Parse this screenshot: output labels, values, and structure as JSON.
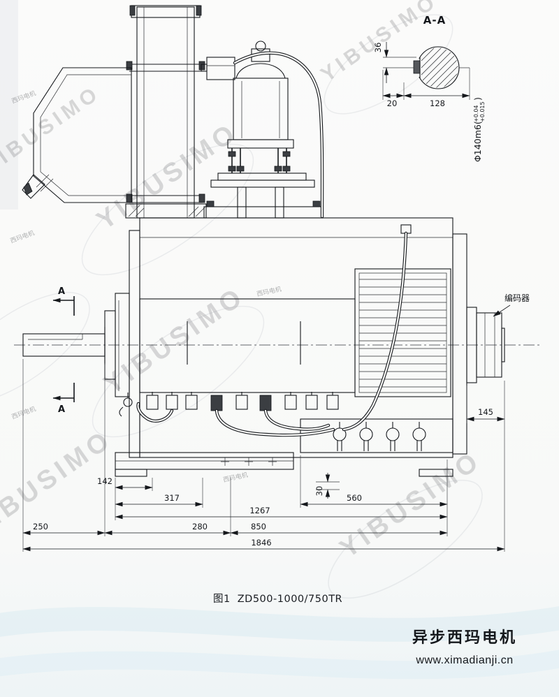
{
  "watermark": {
    "text": "YIBUSIMO",
    "color": "#8a93a0"
  },
  "section_view": {
    "title": "A-A",
    "dim_36": "36",
    "dim_20": "20",
    "dim_128": "128",
    "shaft_spec_main": "Φ140m6(",
    "shaft_spec_tol_upper": "+0.04",
    "shaft_spec_tol_lower": "+0.015",
    "shaft_spec_close": ")"
  },
  "main_view": {
    "section_marker": "A",
    "encoder_label": "编码器",
    "dims": {
      "d142": "142",
      "d317": "317",
      "d1267": "1267",
      "d250": "250",
      "d280": "280",
      "d850": "850",
      "d1846": "1846",
      "d560": "560",
      "d30": "30",
      "d145": "145"
    }
  },
  "caption": {
    "figure": "图1",
    "model": "ZD500-1000/750TR"
  },
  "branding": {
    "company": "异步西玛电机",
    "website": "www.ximadianji.cn",
    "color": "#cf1f1a",
    "stamp": "西玛电机",
    "stamp_color": "#c0504d"
  }
}
